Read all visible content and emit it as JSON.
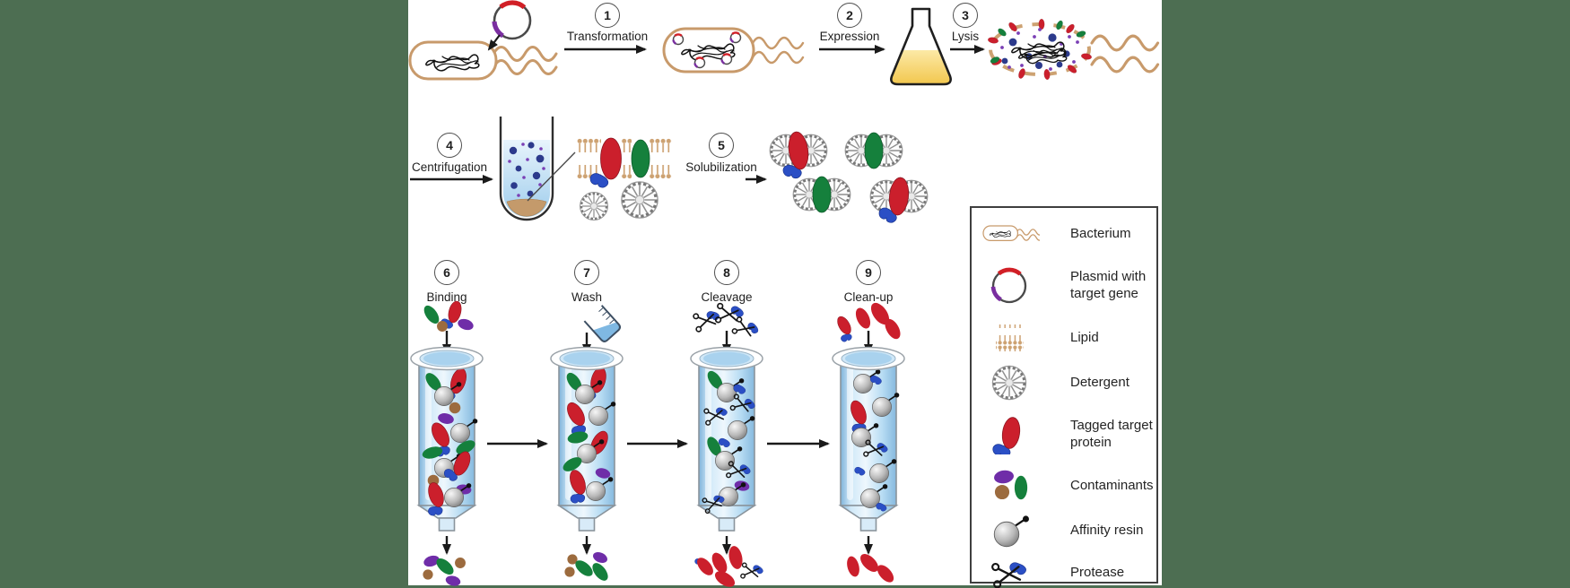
{
  "figure": {
    "type": "protein-purification-workflow",
    "background_color": "#4d6e52",
    "canvas_color": "#ffffff"
  },
  "steps": [
    {
      "num": "1",
      "label": "Transformation"
    },
    {
      "num": "2",
      "label": "Expression"
    },
    {
      "num": "3",
      "label": "Lysis"
    },
    {
      "num": "4",
      "label": "Centrifugation"
    },
    {
      "num": "5",
      "label": "Solubilization"
    },
    {
      "num": "6",
      "label": "Binding"
    },
    {
      "num": "7",
      "label": "Wash"
    },
    {
      "num": "8",
      "label": "Cleavage"
    },
    {
      "num": "9",
      "label": "Clean-up"
    }
  ],
  "legend": {
    "items": [
      {
        "icon": "bacterium-icon",
        "label": "Bacterium"
      },
      {
        "icon": "plasmid-icon",
        "label": "Plasmid with target gene"
      },
      {
        "icon": "lipid-icon",
        "label": "Lipid"
      },
      {
        "icon": "detergent-icon",
        "label": "Detergent"
      },
      {
        "icon": "tagged-protein-icon",
        "label": "Tagged target protein"
      },
      {
        "icon": "contaminants-icon",
        "label": "Contaminants"
      },
      {
        "icon": "affinity-resin-icon",
        "label": "Affinity resin"
      },
      {
        "icon": "protease-icon",
        "label": "Protease"
      }
    ]
  },
  "colors": {
    "background_green": "#4d6e52",
    "bacterium_tan": "#c89a6b",
    "lipid_tan": "#cda272",
    "target_protein_red": "#cb1f2c",
    "contaminant_green": "#15803c",
    "contaminant_purple": "#6f2da8",
    "contaminant_brown": "#9c6b3e",
    "affinity_tag_blue": "#2b4fc5",
    "lysate_navy": "#2c3a8c",
    "column_blue": "#a9d2ee",
    "flask_liquid_yellow": "#f2c74e",
    "resin_gray": "#b9b9b9"
  }
}
